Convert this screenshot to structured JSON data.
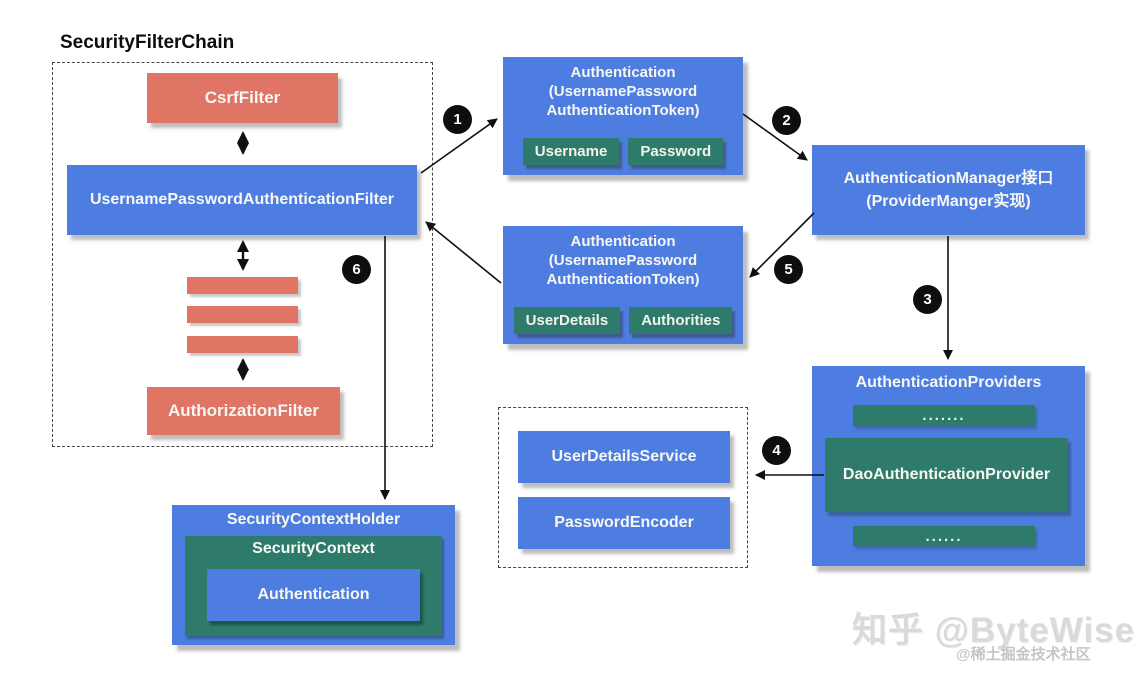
{
  "diagram": {
    "title": "SecurityFilterChain",
    "filter_chain": {
      "csrf": "CsrfFilter",
      "main_filter": "UsernamePasswordAuthenticationFilter",
      "authorization": "AuthorizationFilter"
    },
    "auth_request": {
      "title": "Authentication\n(UsernamePassword\nAuthenticationToken)",
      "fields": [
        "Username",
        "Password"
      ]
    },
    "auth_result": {
      "title": "Authentication\n(UsernamePassword\nAuthenticationToken)",
      "fields": [
        "UserDetails",
        "Authorities"
      ]
    },
    "manager": {
      "title": "AuthenticationManager接口\n(ProviderManger实现)"
    },
    "providers": {
      "title": "AuthenticationProviders",
      "ellipsis_top": ".......",
      "dao": "DaoAuthenticationProvider",
      "ellipsis_bottom": "......"
    },
    "resolvers": {
      "user_details_service": "UserDetailsService",
      "password_encoder": "PasswordEncoder"
    },
    "context": {
      "holder": "SecurityContextHolder",
      "context": "SecurityContext",
      "authentication": "Authentication"
    },
    "steps": [
      "1",
      "2",
      "3",
      "4",
      "5",
      "6"
    ],
    "watermark": {
      "primary": "知乎 @ByteWise",
      "secondary": "@稀土掘金技术社区"
    },
    "colors": {
      "blue": "#4d7de1",
      "red": "#e07465",
      "green": "#2e7a6b",
      "circle": "#0e0e0e"
    }
  }
}
